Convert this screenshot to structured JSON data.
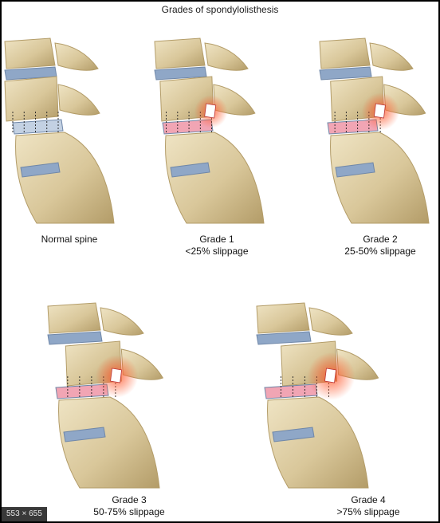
{
  "figure": {
    "title": "Grades of spondylolisthesis",
    "panels": [
      {
        "id": "normal",
        "label": "Normal spine",
        "sublabel": ""
      },
      {
        "id": "grade1",
        "label": "Grade 1",
        "sublabel": "<25% slippage"
      },
      {
        "id": "grade2",
        "label": "Grade 2",
        "sublabel": "25-50% slippage"
      },
      {
        "id": "grade3",
        "label": "Grade 3",
        "sublabel": "50-75% slippage"
      },
      {
        "id": "grade4",
        "label": "Grade 4",
        "sublabel": ">75% slippage"
      }
    ],
    "slippage_fraction": [
      0,
      0.2,
      0.4,
      0.62,
      0.85
    ]
  },
  "viewer": {
    "image_size_label": "553 × 655"
  },
  "colors": {
    "bone": "#d9c79a",
    "bone_shadow": "#b39c68",
    "bone_highlight": "#efe4c4",
    "disc": "#8fa7c7",
    "disc_light": "#c3d1e3",
    "inflammation": "#ff5a2e",
    "slip_fill": "#f1a5b4"
  }
}
